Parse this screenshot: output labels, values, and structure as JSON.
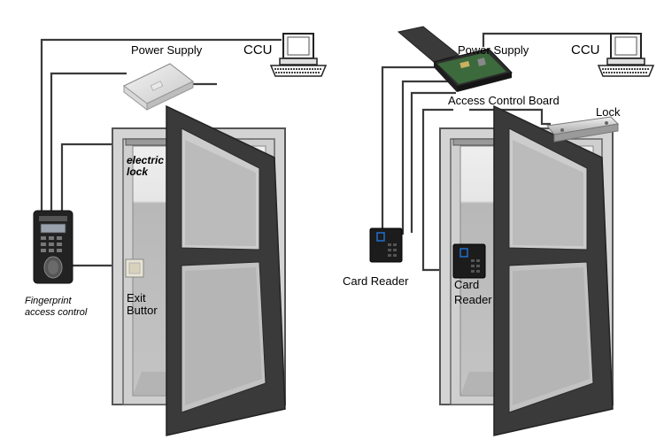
{
  "left": {
    "power_supply": "Power Supply",
    "ccu": "CCU",
    "lock_line1": "electric",
    "lock_line2": "lock",
    "exit_line1": "Exit",
    "exit_line2": "Buttor",
    "device_line1": "Fingerprint",
    "device_line2": "access control"
  },
  "right": {
    "power_supply": "Power Supply",
    "ccu": "CCU",
    "board": "Access Control Board",
    "lock": "Lock",
    "reader_outside": "Card Reader",
    "reader_inside_line1": "Card",
    "reader_inside_line2": "Reader"
  },
  "colors": {
    "wire": "#3a3a3a",
    "door_frame": "#333333",
    "wall": "#c8c8c8",
    "glass": "#b4b4b4",
    "led": "#1e6fd0"
  }
}
